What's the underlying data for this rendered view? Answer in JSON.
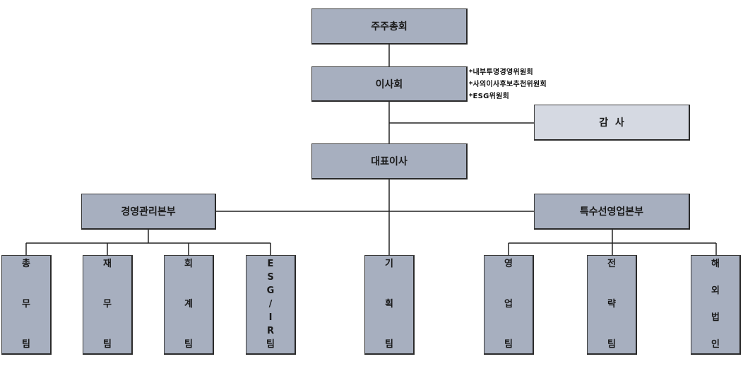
{
  "org": {
    "shareholders": "주주총회",
    "board": "이사회",
    "committees": [
      "*내부투명경영위원회",
      "*사외이사후보추천위원회",
      "*ESG위원회"
    ],
    "audit": "감  사",
    "ceo": "대표이사",
    "management_division": "경영관리본부",
    "sales_division": "특수선영업본부",
    "teams": {
      "general_affairs": [
        "총",
        "무",
        "팀"
      ],
      "finance": [
        "재",
        "무",
        "팀"
      ],
      "accounting": [
        "회",
        "계",
        "팀"
      ],
      "esg_ir": [
        "E",
        "S",
        "G",
        "/",
        "I",
        "R",
        "팀"
      ],
      "planning": [
        "기",
        "획",
        "팀"
      ],
      "sales": [
        "영",
        "업",
        "팀"
      ],
      "strategy": [
        "전",
        "략",
        "팀"
      ],
      "overseas": [
        "해",
        "외",
        "법",
        "인"
      ]
    }
  }
}
